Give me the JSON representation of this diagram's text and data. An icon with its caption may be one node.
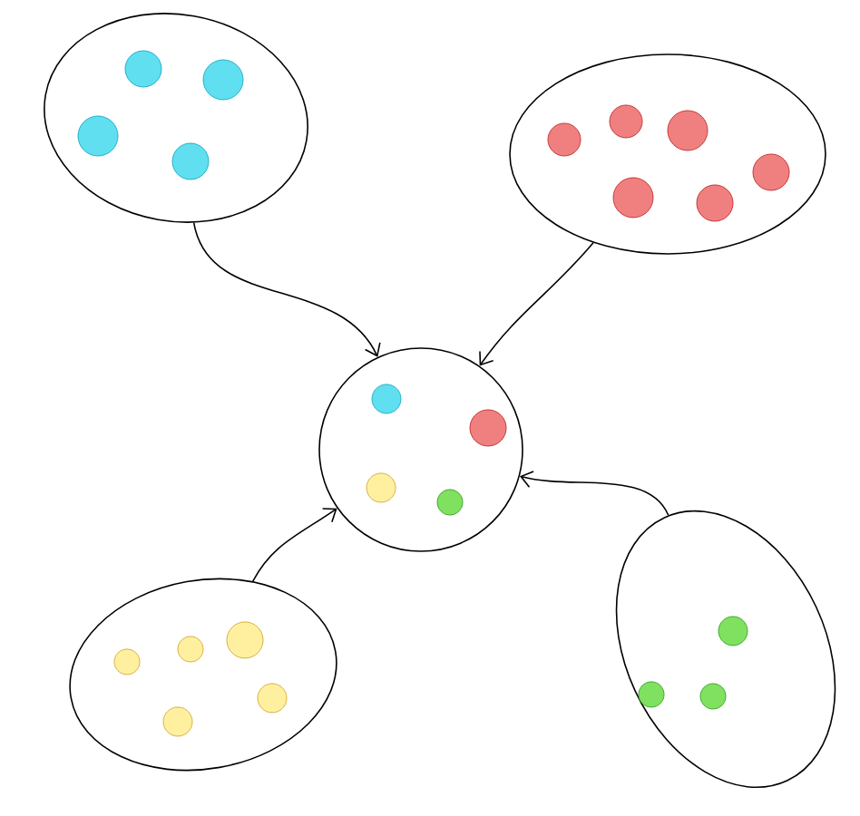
{
  "diagram": {
    "nodes": [
      {
        "text": [],
        "shape": "ellipse"
      },
      {
        "text": [],
        "shape": "circle",
        "in": 0
      },
      {
        "text": [],
        "shape": "circle",
        "in": 0
      },
      {
        "text": [],
        "shape": "circle",
        "in": 0
      },
      {
        "text": [],
        "shape": "circle",
        "in": 0
      },
      {
        "text": [],
        "shape": "ellipse"
      },
      {
        "text": [],
        "shape": "circle",
        "in": 5
      },
      {
        "text": [],
        "shape": "circle",
        "in": 5
      },
      {
        "text": [],
        "shape": "circle",
        "in": 5
      },
      {
        "text": [],
        "shape": "circle",
        "in": 5
      },
      {
        "text": [],
        "shape": "circle",
        "in": 5
      },
      {
        "text": [],
        "shape": "circle",
        "in": 5
      },
      {
        "text": [],
        "shape": "circle"
      },
      {
        "text": [],
        "shape": "circle",
        "in": 12
      },
      {
        "text": [],
        "shape": "circle",
        "in": 12
      },
      {
        "text": [],
        "shape": "circle",
        "in": 12
      },
      {
        "text": [],
        "shape": "circle",
        "in": 12
      },
      {
        "text": [],
        "shape": "ellipse"
      },
      {
        "text": [],
        "shape": "circle",
        "in": 17
      },
      {
        "text": [],
        "shape": "circle",
        "in": 17
      },
      {
        "text": [],
        "shape": "circle",
        "in": 17
      },
      {
        "text": [],
        "shape": "circle",
        "in": 17
      },
      {
        "text": [],
        "shape": "circle",
        "in": 17
      },
      {
        "text": [],
        "shape": "ellipse"
      },
      {
        "text": [],
        "shape": "circle",
        "in": 23
      },
      {
        "text": [],
        "shape": "circle",
        "in": 23
      },
      {
        "text": [],
        "shape": "circle",
        "in": 23
      }
    ],
    "edges": [
      {
        "from": 0,
        "to": 12,
        "arrow": "to"
      },
      {
        "from": 5,
        "to": 12,
        "arrow": "to"
      },
      {
        "from": 17,
        "to": 12,
        "arrow": "to"
      },
      {
        "from": 23,
        "to": 12,
        "arrow": "to"
      }
    ]
  }
}
